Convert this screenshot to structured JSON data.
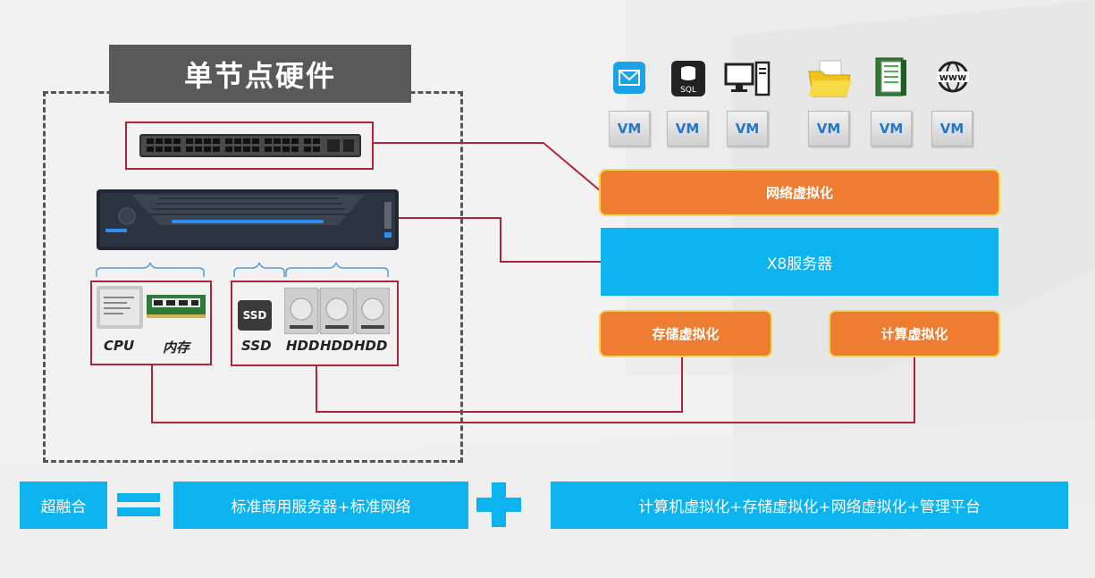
{
  "hardware": {
    "title": "单节点硬件",
    "cpu_label": "CPU",
    "mem_label": "内存",
    "ssd_label": "SSD",
    "ssd_chip_text": "SSD",
    "hdd_labels": [
      "HDD",
      "HDD",
      "HDD"
    ]
  },
  "apps": {
    "icons": [
      "mail-icon",
      "sql-database-icon",
      "computer-icon",
      "folder-icon",
      "book-icon",
      "www-globe-icon"
    ],
    "sql_text": "SQL",
    "www_text": "www"
  },
  "vms": [
    "VM",
    "VM",
    "VM",
    "VM",
    "VM",
    "VM"
  ],
  "layers": {
    "network_virt": "网络虚拟化",
    "server": "X8服务器",
    "storage_virt": "存储虚拟化",
    "compute_virt": "计算虚拟化"
  },
  "footer": {
    "hyperconverged": "超融合",
    "hardware_formula": "标准商用服务器+标准网络",
    "software_formula": "计算机虚拟化+存储虚拟化+网络虚拟化+管理平台"
  },
  "colors": {
    "orange": "#ee7d31",
    "blue": "#0cb3ee",
    "red_line": "#b0243a",
    "title_bg": "#595959"
  }
}
